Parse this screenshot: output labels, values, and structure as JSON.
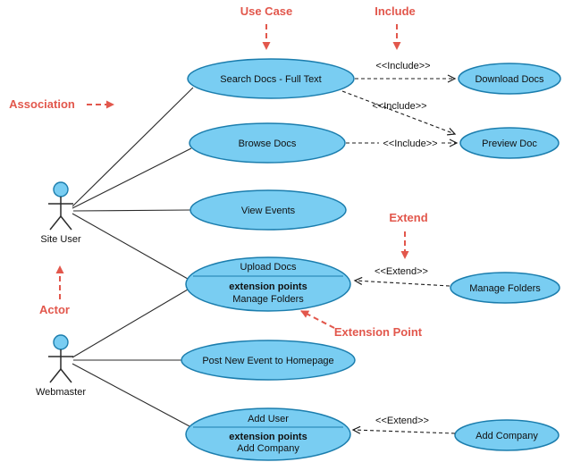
{
  "colors": {
    "ellipse_fill": "#79CDF2",
    "ellipse_stroke": "#1B7DAD",
    "annotation": "#E2574C"
  },
  "annotations": {
    "use_case": "Use Case",
    "include": "Include",
    "association": "Association",
    "extend": "Extend",
    "actor": "Actor",
    "extension_point": "Extension Point"
  },
  "relations": {
    "include": "<<Include>>",
    "extend": "<<Extend>>"
  },
  "actors": [
    {
      "name": "Site User"
    },
    {
      "name": "Webmaster"
    }
  ],
  "use_cases": {
    "search_docs": {
      "label": "Search Docs - Full Text"
    },
    "download_docs": {
      "label": "Download Docs"
    },
    "browse_docs": {
      "label": "Browse Docs"
    },
    "preview_doc": {
      "label": "Preview Doc"
    },
    "view_events": {
      "label": "View Events"
    },
    "upload_docs": {
      "label": "Upload Docs",
      "section_title": "extension points",
      "extension_point": "Manage Folders"
    },
    "manage_folders": {
      "label": "Manage Folders"
    },
    "post_new_event": {
      "label": "Post New Event to Homepage"
    },
    "add_user": {
      "label": "Add User",
      "section_title": "extension points",
      "extension_point": "Add Company"
    },
    "add_company": {
      "label": "Add Company"
    }
  }
}
